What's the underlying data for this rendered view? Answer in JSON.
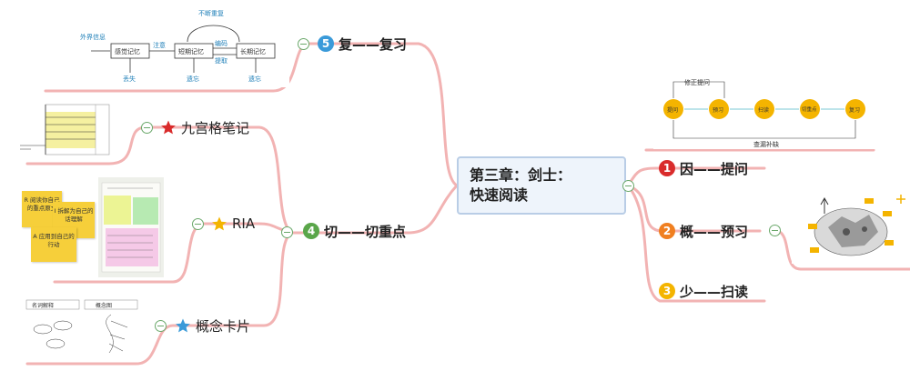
{
  "central": {
    "line1": "第三章：剑士：",
    "line2": "快速阅读"
  },
  "colors": {
    "branch": "#f2b3b3",
    "blue_num": "#3a9ad9",
    "green_num": "#5aa64a",
    "red_num": "#d92b2b",
    "orange_num": "#f07f20",
    "gold_num": "#f4b400",
    "collapse": "#6aa86a"
  },
  "right_topics": [
    {
      "num": "1",
      "label": "因——提问"
    },
    {
      "num": "2",
      "label": "概——预习"
    },
    {
      "num": "3",
      "label": "少——扫读"
    }
  ],
  "left_topics": {
    "review": {
      "num": "5",
      "label": "复——复习"
    },
    "key": {
      "num": "4",
      "label": "切——切重点"
    },
    "sub": [
      {
        "icon": "red-star-icon",
        "label": "九宫格笔记"
      },
      {
        "icon": "orange-star-icon",
        "label": "RIA"
      },
      {
        "icon": "blue-star-icon",
        "label": "概念卡片"
      }
    ]
  },
  "memory_diagram": {
    "top_label": "不断重复",
    "left_label": "外界信息",
    "boxes": [
      "感觉记忆",
      "短期记忆",
      "长期记忆"
    ],
    "arrow_labels": [
      "注意",
      "编码",
      "提取"
    ],
    "bottom_labels": [
      "丢失",
      "遗忘",
      "遗忘"
    ]
  },
  "flow_diagram": {
    "top_label": "修正提问",
    "nodes": [
      "提问",
      "预习",
      "扫读",
      "切重点",
      "复习"
    ],
    "bottom_label": "查漏补缺"
  },
  "ria_notes": [
    "R 阅读你自己的重点原文",
    "I 拆解为自己的话理解",
    "A 应用到自己的行动"
  ],
  "concept_card_titles": [
    "名词解释",
    "概念图"
  ]
}
